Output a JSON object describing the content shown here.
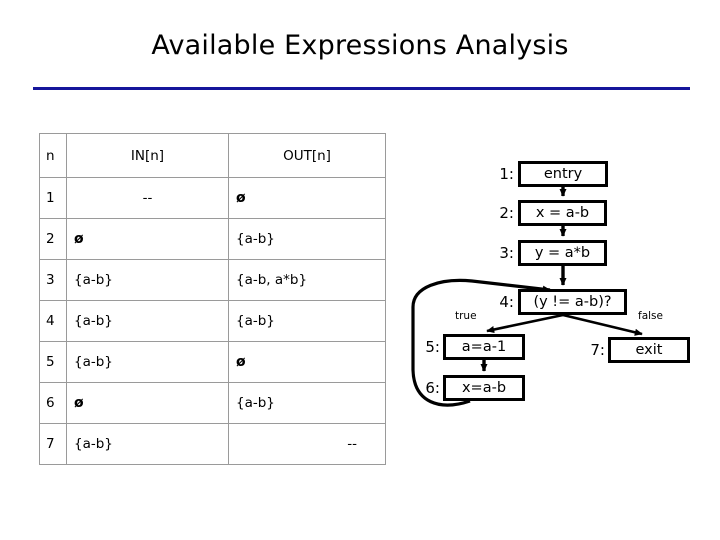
{
  "slide": {
    "title": "Available Expressions Analysis",
    "rule_color": "#16169b"
  },
  "table": {
    "headers": {
      "n": "n",
      "in": "IN[n]",
      "out": "OUT[n]"
    },
    "rows": [
      {
        "n": "1",
        "in": "--",
        "out": "ø",
        "in_align": "center",
        "out_align": "left",
        "in_empty": false,
        "out_empty": true
      },
      {
        "n": "2",
        "in": "ø",
        "out": "{a-b}",
        "in_align": "left",
        "out_align": "left",
        "in_empty": true,
        "out_empty": false
      },
      {
        "n": "3",
        "in": "{a-b}",
        "out": "{a-b, a*b}",
        "in_align": "left",
        "out_align": "left",
        "in_empty": false,
        "out_empty": false
      },
      {
        "n": "4",
        "in": "{a-b}",
        "out": "{a-b}",
        "in_align": "left",
        "out_align": "left",
        "in_empty": false,
        "out_empty": false
      },
      {
        "n": "5",
        "in": "{a-b}",
        "out": "ø",
        "in_align": "left",
        "out_align": "left",
        "in_empty": false,
        "out_empty": true
      },
      {
        "n": "6",
        "in": "ø",
        "out": "{a-b}",
        "in_align": "left",
        "out_align": "left",
        "in_empty": true,
        "out_empty": false
      },
      {
        "n": "7",
        "in": "{a-b}",
        "out": "--",
        "in_align": "left",
        "out_align": "right",
        "in_empty": false,
        "out_empty": false
      }
    ]
  },
  "cfg": {
    "nodes": [
      {
        "id": "1",
        "label": "1:",
        "text": "entry"
      },
      {
        "id": "2",
        "label": "2:",
        "text": "x = a-b"
      },
      {
        "id": "3",
        "label": "3:",
        "text": "y = a*b"
      },
      {
        "id": "4",
        "label": "4:",
        "text": "(y != a-b)?"
      },
      {
        "id": "5",
        "label": "5:",
        "text": "a=a-1"
      },
      {
        "id": "6",
        "label": "6:",
        "text": "x=a-b"
      },
      {
        "id": "7",
        "label": "7:",
        "text": "exit"
      }
    ],
    "edge_labels": {
      "true": "true",
      "false": "false"
    }
  }
}
